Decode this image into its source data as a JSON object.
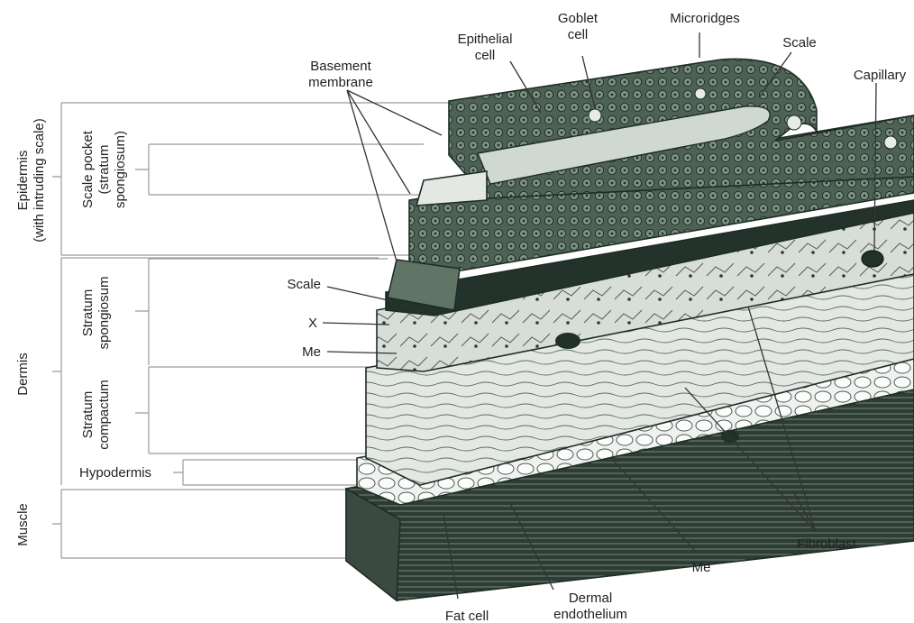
{
  "diagram": {
    "labels": {
      "basement_membrane": [
        "Basement",
        "membrane"
      ],
      "epithelial_cell": [
        "Epithelial",
        "cell"
      ],
      "goblet_cell": [
        "Goblet",
        "cell"
      ],
      "microridges": "Microridges",
      "scale_top": "Scale",
      "capillary": "Capillary",
      "scale_left": "Scale",
      "x_marker": "X",
      "me_left": "Me",
      "me_bottom": "Me",
      "fibroblast": "Fibroblast",
      "fat_cell": "Fat cell",
      "dermal_endothelium": [
        "Dermal",
        "endothelium"
      ]
    },
    "brackets": {
      "epidermis": [
        "Epidermis",
        "(with intruding scale)"
      ],
      "scale_pocket": [
        "Scale pocket",
        "(stratum",
        "spongiosum)"
      ],
      "dermis": "Dermis",
      "dermis_spongiosum": [
        "Stratum",
        "spongiosum"
      ],
      "dermis_compactum": [
        "Stratum",
        "compactum"
      ],
      "hypodermis": "Hypodermis",
      "muscle": "Muscle"
    },
    "colors": {
      "ink": "#1e2d24",
      "epidermis": "#4d6255",
      "epidermis_dark": "#34463b",
      "spongiosum": "#d7ddd8",
      "compactum": "#e4e8e5",
      "hypodermis": "#f0f2f0",
      "muscle": "#2e3d34",
      "bracket": "#9a9a9a"
    }
  }
}
